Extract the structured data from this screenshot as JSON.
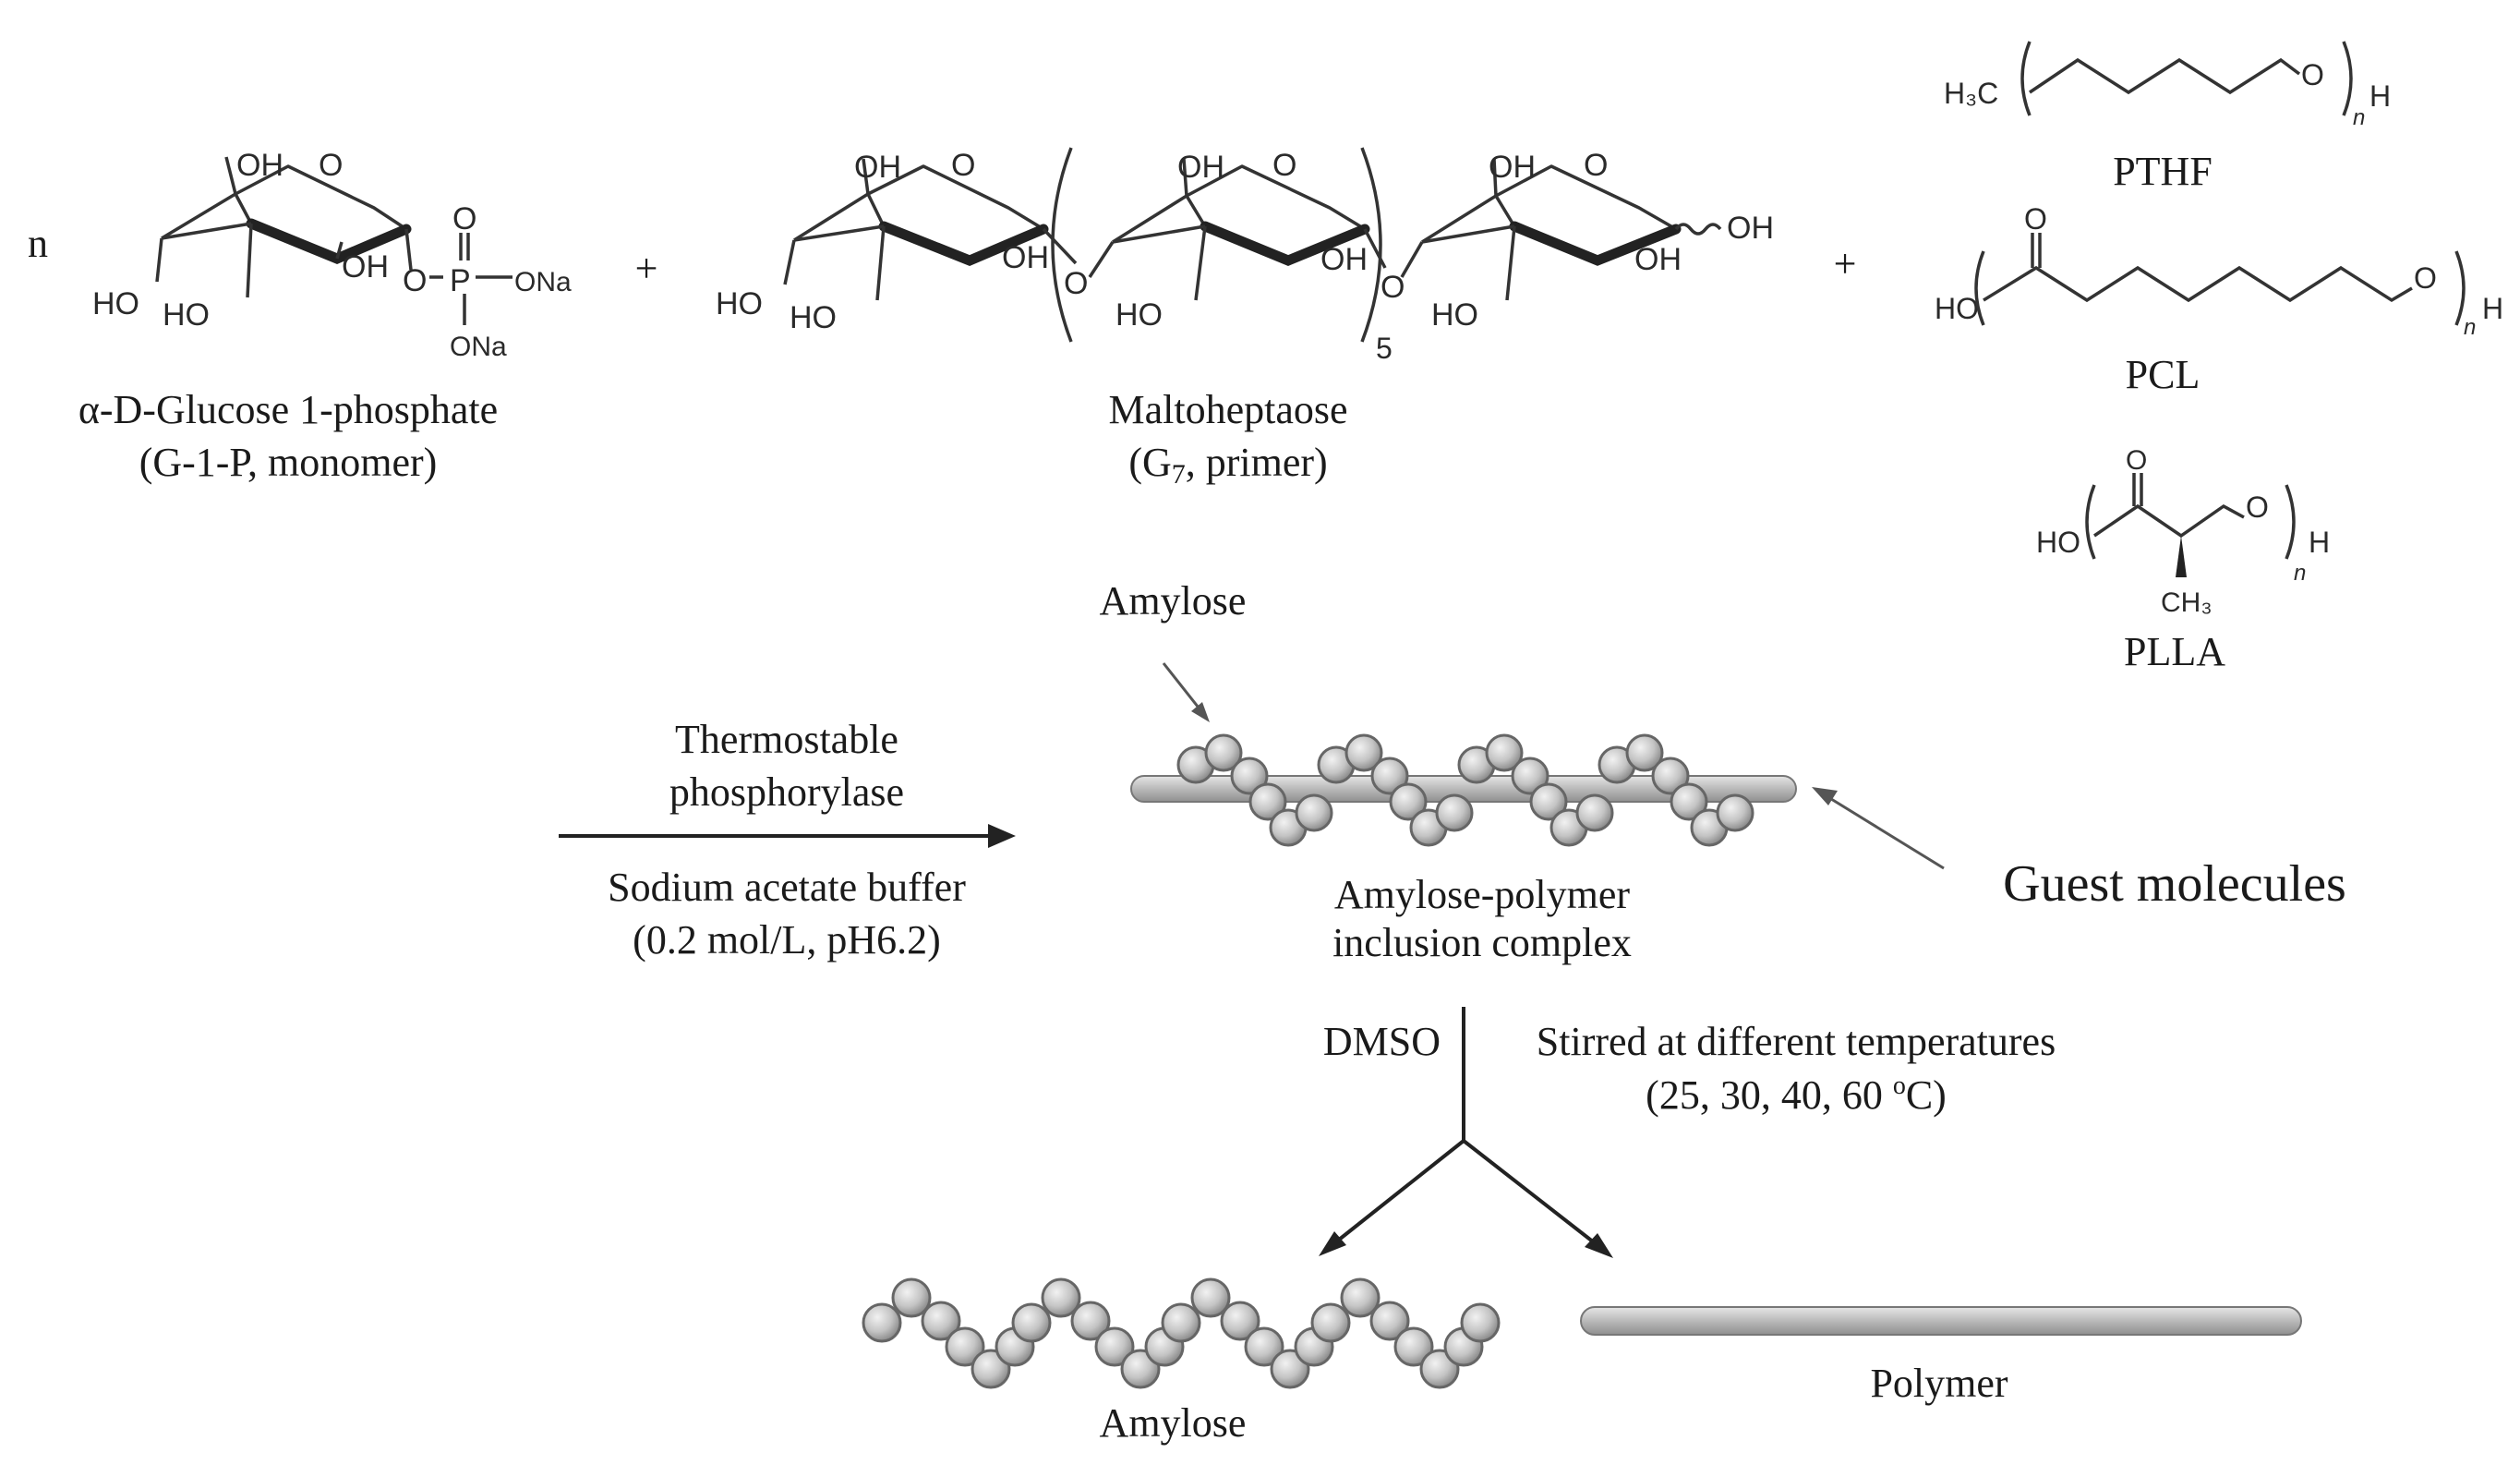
{
  "reactants": {
    "coefficient": "n",
    "g1p": {
      "name_line1": "α-D-Glucose 1-phosphate",
      "name_line2": "(G-1-P, monomer)",
      "atoms": {
        "oh6": "OH",
        "ring_o": "O",
        "oh2": "OH",
        "oh4": "HO",
        "oh3": "HO",
        "o_link": "O",
        "p": "P",
        "o_double": "O",
        "ona1": "ONa",
        "ona2": "ONa"
      }
    },
    "plus1": "+",
    "g7": {
      "name_line1": "Maltoheptaose",
      "name_line2_prefix": "(G",
      "name_line2_sub": "7",
      "name_line2_suffix": ", primer)",
      "repeat_n": "5",
      "atoms": {
        "oh": "OH",
        "ho": "HO",
        "o": "O"
      }
    },
    "plus2": "+"
  },
  "guests": [
    {
      "label": "PTHF",
      "start": "H₃C",
      "end": "H",
      "o": "O",
      "n": "n"
    },
    {
      "label": "PCL",
      "start": "HO",
      "end": "H",
      "o": "O",
      "n": "n"
    },
    {
      "label": "PLLA",
      "start": "HO",
      "end": "H",
      "o": "O",
      "n": "n",
      "methyl": "CH₃"
    }
  ],
  "reaction": {
    "enzyme_line1": "Thermostable",
    "enzyme_line2": "phosphorylase",
    "buffer_line1": "Sodium acetate  buffer",
    "buffer_line2": "(0.2 mol/L, pH6.2)"
  },
  "complex": {
    "amylose_label": "Amylose",
    "name_line1": "Amylose-polymer",
    "name_line2": "inclusion complex",
    "guest_label": "Guest molecules"
  },
  "dissociation": {
    "solvent": "DMSO",
    "condition_line1": "Stirred at different temperatures",
    "condition_line2_prefix": "(25, 30, 40, 60 ",
    "condition_line2_sup": "o",
    "condition_line2_suffix": "C)"
  },
  "products": {
    "amylose": "Amylose",
    "polymer": "Polymer"
  },
  "colors": {
    "bead_fill": "#c8c8c8",
    "bead_stroke": "#666666",
    "rod_fill": "#c4c4c4",
    "ink": "#1a1a1a"
  }
}
